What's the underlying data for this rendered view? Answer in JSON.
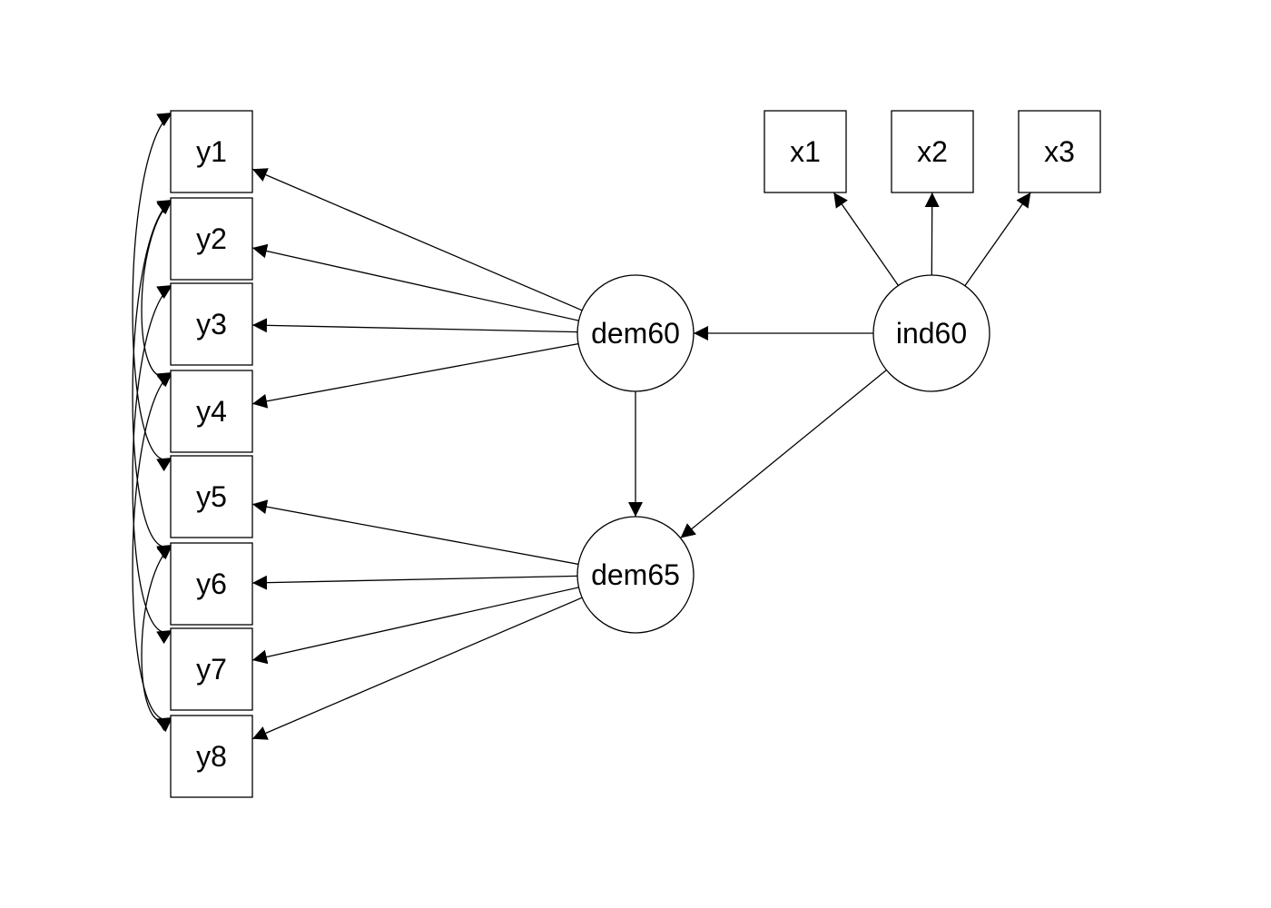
{
  "diagram": {
    "type": "path-diagram",
    "nodes": [
      {
        "id": "y1",
        "label": "y1",
        "shape": "box"
      },
      {
        "id": "y2",
        "label": "y2",
        "shape": "box"
      },
      {
        "id": "y3",
        "label": "y3",
        "shape": "box"
      },
      {
        "id": "y4",
        "label": "y4",
        "shape": "box"
      },
      {
        "id": "y5",
        "label": "y5",
        "shape": "box"
      },
      {
        "id": "y6",
        "label": "y6",
        "shape": "box"
      },
      {
        "id": "y7",
        "label": "y7",
        "shape": "box"
      },
      {
        "id": "y8",
        "label": "y8",
        "shape": "box"
      },
      {
        "id": "x1",
        "label": "x1",
        "shape": "box"
      },
      {
        "id": "x2",
        "label": "x2",
        "shape": "box"
      },
      {
        "id": "x3",
        "label": "x3",
        "shape": "box"
      },
      {
        "id": "dem60",
        "label": "dem60",
        "shape": "circle"
      },
      {
        "id": "dem65",
        "label": "dem65",
        "shape": "circle"
      },
      {
        "id": "ind60",
        "label": "ind60",
        "shape": "circle"
      }
    ],
    "edges": [
      {
        "from": "dem60",
        "to": "y1",
        "kind": "directed"
      },
      {
        "from": "dem60",
        "to": "y2",
        "kind": "directed"
      },
      {
        "from": "dem60",
        "to": "y3",
        "kind": "directed"
      },
      {
        "from": "dem60",
        "to": "y4",
        "kind": "directed"
      },
      {
        "from": "dem65",
        "to": "y5",
        "kind": "directed"
      },
      {
        "from": "dem65",
        "to": "y6",
        "kind": "directed"
      },
      {
        "from": "dem65",
        "to": "y7",
        "kind": "directed"
      },
      {
        "from": "dem65",
        "to": "y8",
        "kind": "directed"
      },
      {
        "from": "ind60",
        "to": "x1",
        "kind": "directed"
      },
      {
        "from": "ind60",
        "to": "x2",
        "kind": "directed"
      },
      {
        "from": "ind60",
        "to": "x3",
        "kind": "directed"
      },
      {
        "from": "ind60",
        "to": "dem60",
        "kind": "directed"
      },
      {
        "from": "ind60",
        "to": "dem65",
        "kind": "directed"
      },
      {
        "from": "dem60",
        "to": "dem65",
        "kind": "directed"
      },
      {
        "from": "y1",
        "to": "y5",
        "kind": "covariance"
      },
      {
        "from": "y2",
        "to": "y4",
        "kind": "covariance"
      },
      {
        "from": "y2",
        "to": "y6",
        "kind": "covariance"
      },
      {
        "from": "y3",
        "to": "y7",
        "kind": "covariance"
      },
      {
        "from": "y4",
        "to": "y8",
        "kind": "covariance"
      },
      {
        "from": "y6",
        "to": "y8",
        "kind": "covariance"
      }
    ]
  }
}
